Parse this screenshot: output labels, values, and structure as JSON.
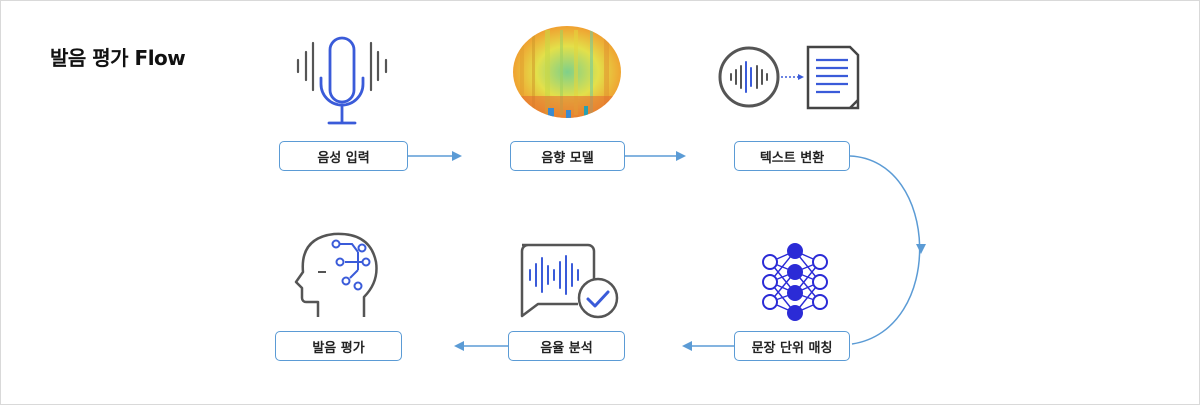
{
  "title": "발음 평가 Flow",
  "steps": [
    {
      "label": "음성 입력",
      "icon": "microphone-icon"
    },
    {
      "label": "음향 모델",
      "icon": "spectrogram-icon"
    },
    {
      "label": "텍스트 변환",
      "icon": "speech-to-text-icon"
    },
    {
      "label": "문장 단위 매칭",
      "icon": "neural-network-icon"
    },
    {
      "label": "음율 분석",
      "icon": "audio-check-icon"
    },
    {
      "label": "발음 평가",
      "icon": "brain-head-icon"
    }
  ],
  "colors": {
    "accent": "#5b9bd5",
    "icon_blue": "#3a5bd9",
    "icon_gray": "#555555",
    "network": "#2b2bd6"
  }
}
